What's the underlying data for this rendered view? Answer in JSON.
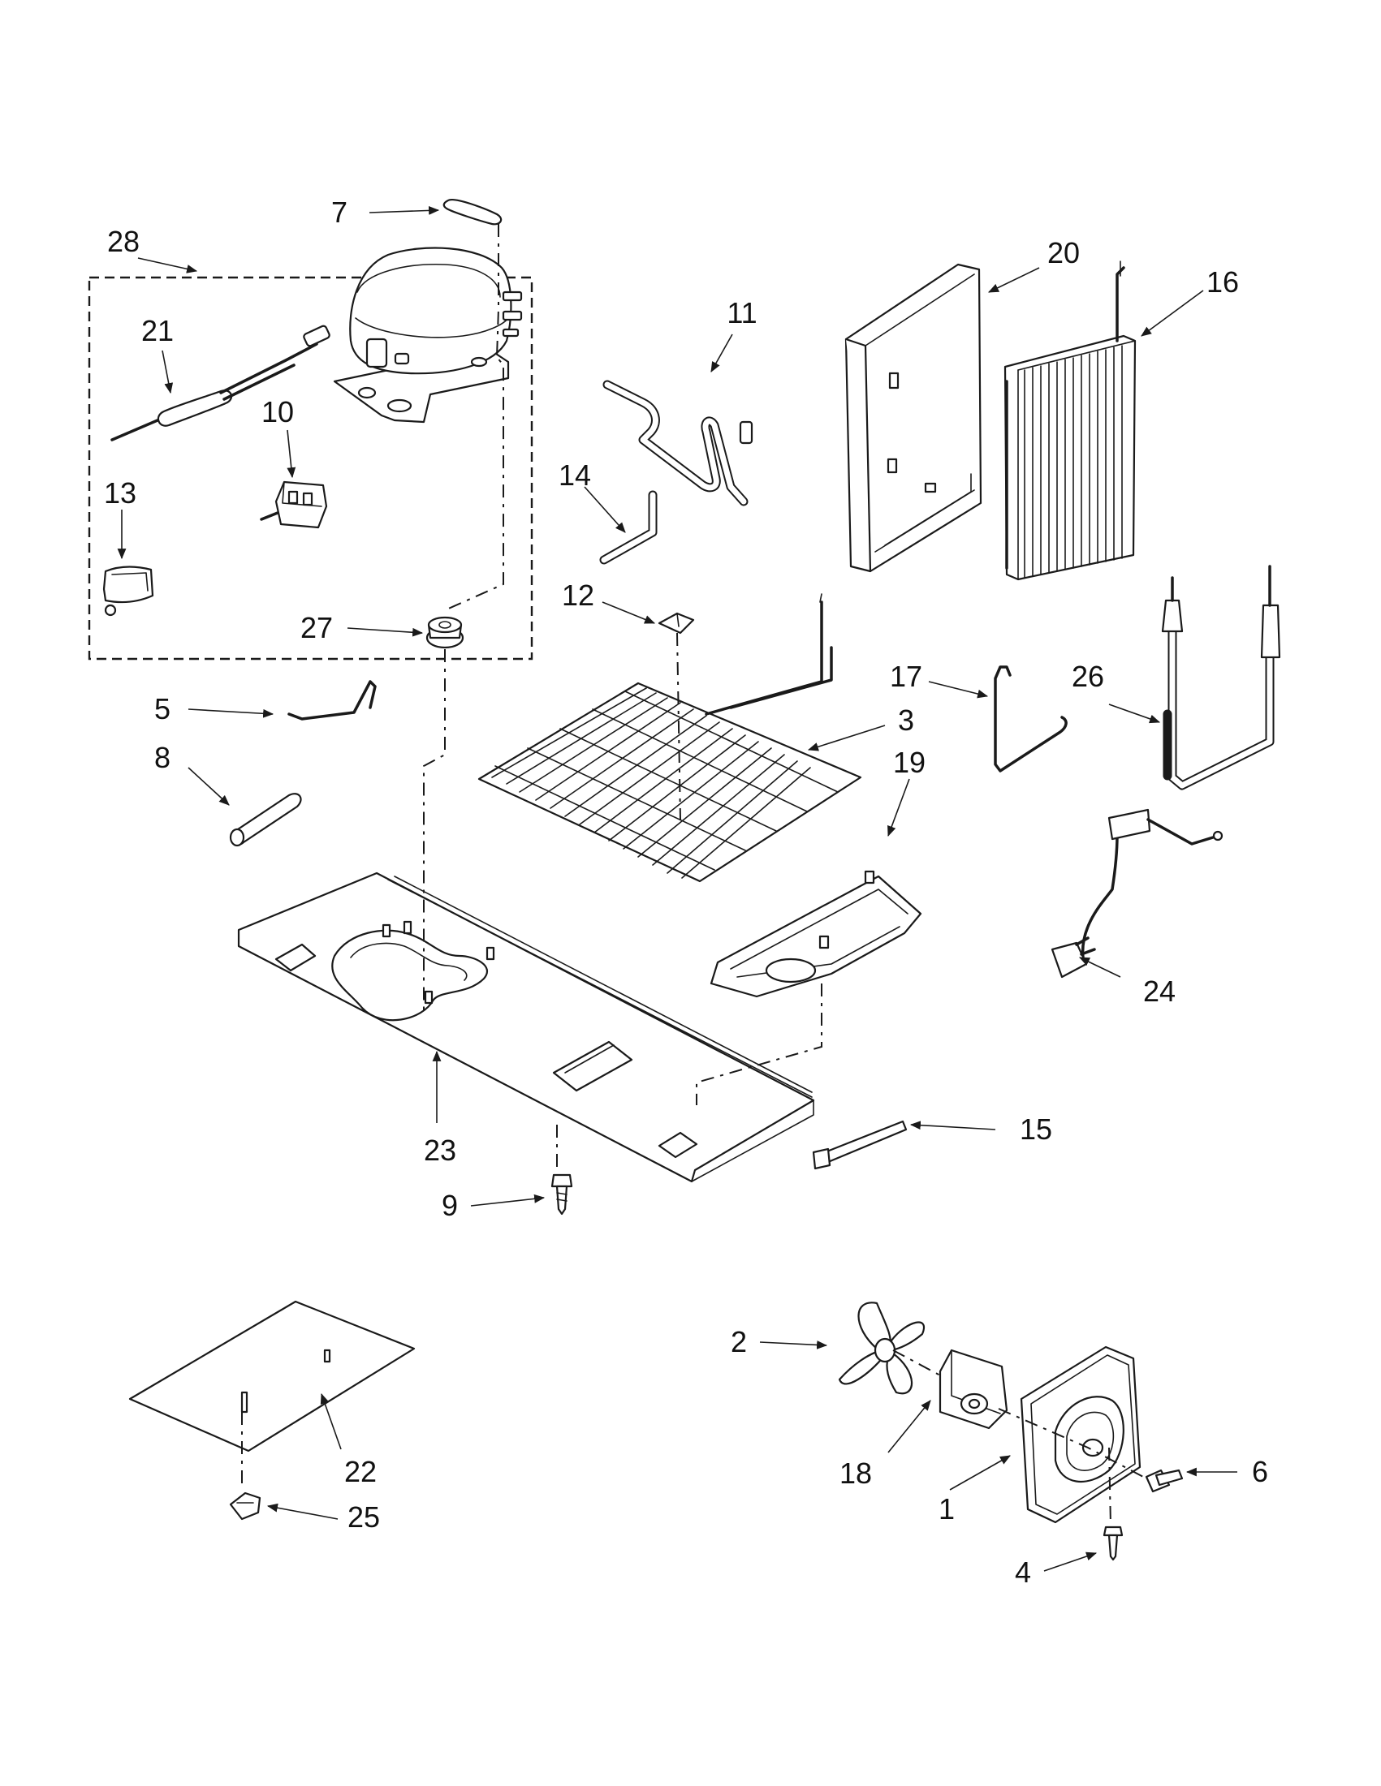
{
  "diagram": {
    "callouts": [
      {
        "num": "7"
      },
      {
        "num": "28"
      },
      {
        "num": "21"
      },
      {
        "num": "10"
      },
      {
        "num": "13"
      },
      {
        "num": "27"
      },
      {
        "num": "11"
      },
      {
        "num": "14"
      },
      {
        "num": "12"
      },
      {
        "num": "20"
      },
      {
        "num": "16"
      },
      {
        "num": "3"
      },
      {
        "num": "17"
      },
      {
        "num": "26"
      },
      {
        "num": "19"
      },
      {
        "num": "5"
      },
      {
        "num": "8"
      },
      {
        "num": "24"
      },
      {
        "num": "23"
      },
      {
        "num": "15"
      },
      {
        "num": "9"
      },
      {
        "num": "2"
      },
      {
        "num": "18"
      },
      {
        "num": "1"
      },
      {
        "num": "6"
      },
      {
        "num": "4"
      },
      {
        "num": "22"
      },
      {
        "num": "25"
      }
    ],
    "colors": {
      "line": "#1a1a1a",
      "background": "#ffffff"
    }
  }
}
